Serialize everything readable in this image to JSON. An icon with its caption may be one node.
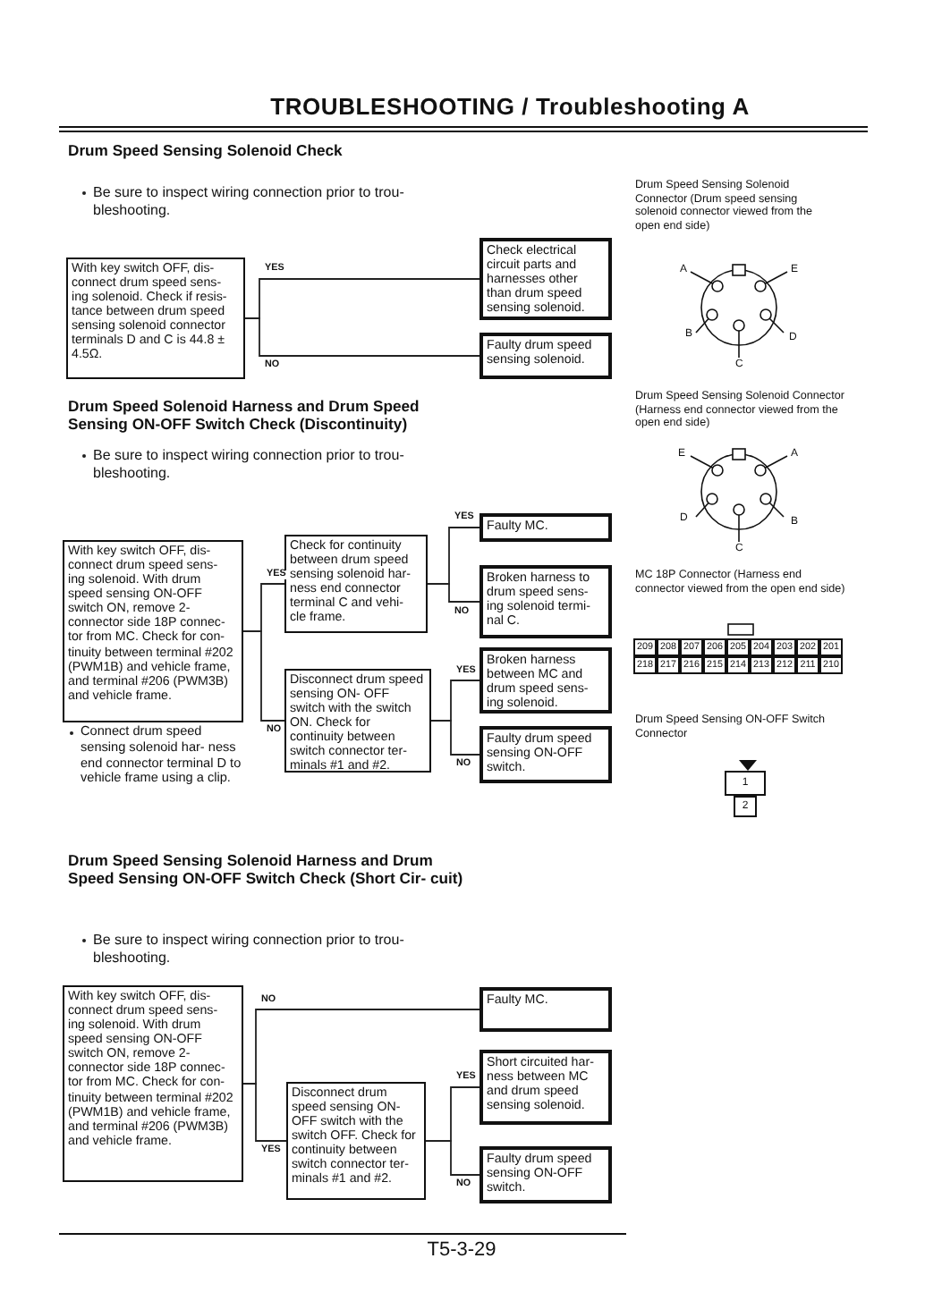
{
  "diagram": {
    "title": "TROUBLESHOOTING / Troubleshooting A",
    "nodes": [
      {
        "text": [
          "With key switch OFF, dis- connect drum speed sens- ing solenoid. Check if resis- tance between drum speed sensing solenoid connector terminals D and C is 44.8 ± 4.5Ω."
        ]
      },
      {
        "text": [
          "Check electrical circuit parts and harnesses other than drum speed sensing solenoid."
        ]
      },
      {
        "text": [
          "Faulty drum speed sensing solenoid."
        ]
      },
      {
        "text": [
          "With key switch OFF, dis- connect drum speed sens- ing solenoid. With drum speed sensing ON-OFF switch ON, remove 2- connector side 18P connec- tor from MC. Check for con- tinuity between terminal #202 (PWM1B) and vehicle frame, and terminal #206 (PWM3B) and vehicle frame."
        ]
      },
      {
        "text": [
          "Check for continuity between drum speed sensing solenoid har- ness end connector terminal C and vehi- cle frame."
        ]
      },
      {
        "text": [
          "Disconnect drum speed sensing ON- OFF switch with the switch ON. Check for continuity between switch connector ter- minals #1 and #2."
        ]
      },
      {
        "text": [
          "Faulty MC."
        ]
      },
      {
        "text": [
          "Broken harness to drum speed sens- ing solenoid termi- nal C."
        ]
      },
      {
        "text": [
          "Broken harness between MC and drum speed sens- ing solenoid."
        ]
      },
      {
        "text": [
          "Faulty drum speed sensing ON-OFF switch."
        ]
      },
      {
        "text": [
          "With key switch OFF, dis- connect drum speed sens- ing solenoid. With drum speed sensing ON-OFF switch ON, remove 2- connector side 18P connec- tor from MC. Check for con- tinuity between terminal #202 (PWM1B) and vehicle frame, and terminal #206 (PWM3B) and vehicle frame."
        ]
      },
      {
        "text": [
          "Faulty MC."
        ]
      },
      {
        "text": [
          "Disconnect drum speed sensing ON- OFF switch with the switch OFF. Check for continuity between switch connector ter- minals #1 and #2."
        ]
      },
      {
        "text": [
          "Short circuited har- ness between MC and drum speed sensing solenoid."
        ]
      },
      {
        "text": [
          "Faulty drum speed sensing ON-OFF switch."
        ]
      }
    ],
    "edges": [
      {
        "from": 0,
        "to": 1,
        "arrow": "none",
        "label": "YES"
      },
      {
        "from": 0,
        "to": 2,
        "arrow": "none",
        "label": "NO"
      },
      {
        "from": 3,
        "to": 4,
        "arrow": "none",
        "label": "YES"
      },
      {
        "from": 3,
        "to": 5,
        "arrow": "none",
        "label": "NO"
      },
      {
        "from": 4,
        "to": 6,
        "arrow": "none",
        "label": "YES"
      },
      {
        "from": 4,
        "to": 7,
        "arrow": "none",
        "label": "NO"
      },
      {
        "from": 5,
        "to": 8,
        "arrow": "none",
        "label": "YES"
      },
      {
        "from": 5,
        "to": 9,
        "arrow": "none",
        "label": "NO"
      },
      {
        "from": 10,
        "to": 11,
        "arrow": "none",
        "label": "NO"
      },
      {
        "from": 10,
        "to": 12,
        "arrow": "none",
        "label": "YES"
      },
      {
        "from": 12,
        "to": 13,
        "arrow": "none",
        "label": "YES"
      },
      {
        "from": 12,
        "to": 14,
        "arrow": "none",
        "label": "NO"
      }
    ],
    "labels": [
      "Drum Speed Sensing Solenoid Check",
      "Be sure to inspect wiring connection prior to trou- bleshooting.",
      "Drum Speed Sensing Solenoid Connector (Drum speed sensing solenoid connector viewed from the open end side)",
      "A",
      "E",
      "B",
      "D",
      "C",
      "Drum Speed Sensing Solenoid Connector (Harness end connector viewed from the open end side)",
      "E",
      "A",
      "D",
      "B",
      "C",
      "Drum Speed Solenoid Harness and Drum Speed Sensing ON-OFF Switch Check (Discontinuity)",
      "Be sure to inspect wiring connection prior to trou- bleshooting.",
      "MC 18P Connector (Harness end connector viewed from the open end side)",
      "209",
      "208",
      "207",
      "206",
      "205",
      "204",
      "203",
      "202",
      "201",
      "218",
      "217",
      "216",
      "215",
      "214",
      "213",
      "212",
      "211",
      "210",
      "Drum Speed Sensing ON-OFF Switch Connector",
      "1",
      "2",
      "Connect drum speed sensing solenoid har- ness end connector terminal D to vehicle frame using a clip.",
      "Drum Speed Sensing Solenoid Harness and Drum Speed Sensing ON-OFF Switch Check (Short Cir- cuit)",
      "Be sure to inspect wiring connection prior to trou- bleshooting.",
      "T5-3-29"
    ]
  }
}
